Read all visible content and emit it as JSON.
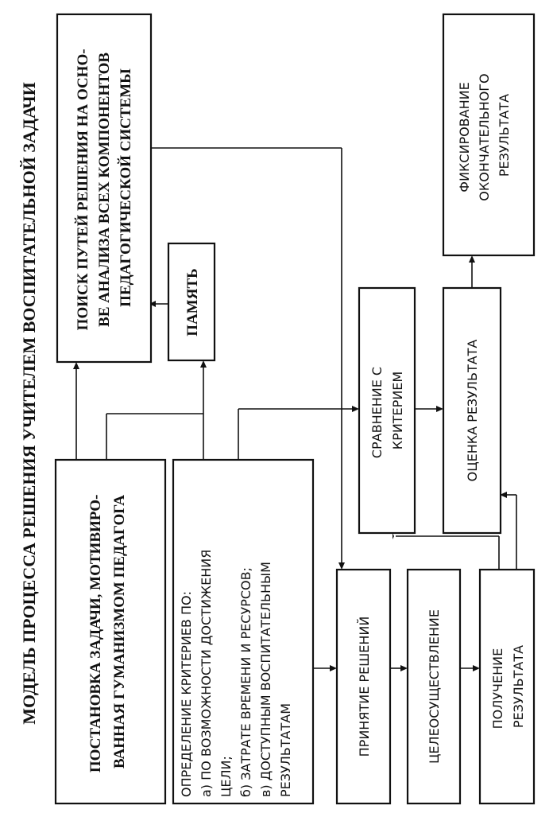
{
  "title": "МОДЕЛЬ ПРОЦЕССА РЕШЕНИЯ УЧИТЕЛЕМ ВОСПИТАТЕЛЬНОЙ ЗАДАЧИ",
  "boxes": {
    "postanovka": [
      "ПОСТАНОВКА ЗАДАЧИ, МОТИВИРО-",
      "ВАННАЯ ГУМАНИЗМОМ ПЕДАГОГА"
    ],
    "poisk": [
      "ПОИСК ПУТЕЙ РЕШЕНИЯ НА ОСНО-",
      "ВЕ АНАЛИЗА ВСЕХ КОМПОНЕНТОВ",
      "ПЕДАГОГИЧЕСКОЙ СИСТЕМЫ"
    ],
    "pamyat": "ПАМЯТЬ",
    "kriterii": [
      "ОПРЕДЕЛЕНИЕ КРИТЕРИЕВ ПО:",
      "а) ПО ВОЗМОЖНОСТИ ДОСТИЖЕНИЯ",
      "ЦЕЛИ;",
      "б) ЗАТРАТЕ ВРЕМЕНИ И РЕСУРСОВ;",
      "в) ДОСТУПНЫМ ВОСПИТАТЕЛЬНЫМ",
      "РЕЗУЛЬТАТАМ"
    ],
    "prinyatie": "ПРИНЯТИЕ РЕШЕНИЙ",
    "celeosush": "ЦЕЛЕОСУЩЕСТВЛЕНИЕ",
    "poluchenie": [
      "ПОЛУЧЕНИЕ",
      "РЕЗУЛЬТАТА"
    ],
    "sravnenie": [
      "СРАВНЕНИЕ С",
      "КРИТЕРИЕМ"
    ],
    "ocenka": "ОЦЕНКА РЕЗУЛЬТАТА",
    "fiksirovanie": [
      "ФИКСИРОВАНИЕ",
      "ОКОНЧАТЕЛЬНОГО",
      "РЕЗУЛЬТАТА"
    ]
  }
}
